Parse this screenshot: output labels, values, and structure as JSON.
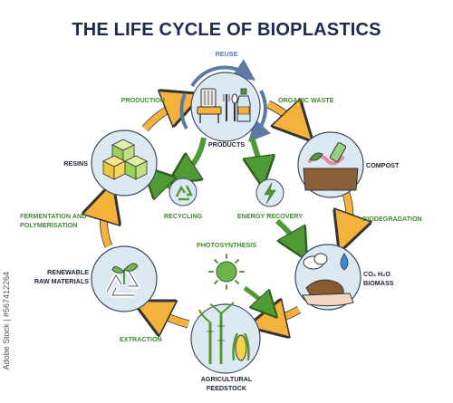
{
  "title": "THE LIFE CYCLE OF BIOPLASTICS",
  "nodes": {
    "products": "PRODUCTS",
    "compost": "COMPOST",
    "biomass_line1": "CO₂ H₂O",
    "biomass_line2": "BIOMASS",
    "feedstock_line1": "AGRICULTURAL",
    "feedstock_line2": "FEEDSTOCK",
    "raw_line1": "RENEWABLE",
    "raw_line2": "RAW MATERIALS",
    "resins": "RESINS",
    "recycling": "RECYCLING",
    "energy": "ENERGY RECOVERY",
    "photosynthesis": "PHOTOSYNTHESIS"
  },
  "arrows": {
    "reuse": "REUSE",
    "production": "PRODUCTION",
    "organic_waste": "ORGANIC WASTE",
    "biodegradation": "BIODEGRADATION",
    "extraction": "EXTRACTION",
    "fermentation_line1": "FERMENTATION AND",
    "fermentation_line2": "POLYMERISATION"
  },
  "watermark": "Adobe Stock | #567412264",
  "colors": {
    "title": "#1f2b4d",
    "arrow_orange": "#f4b13b",
    "arrow_green": "#4f9a35",
    "circle_blue": "#dce8f2",
    "label_green": "#3f8a2f",
    "reuse_blue": "#5d7aa3"
  }
}
